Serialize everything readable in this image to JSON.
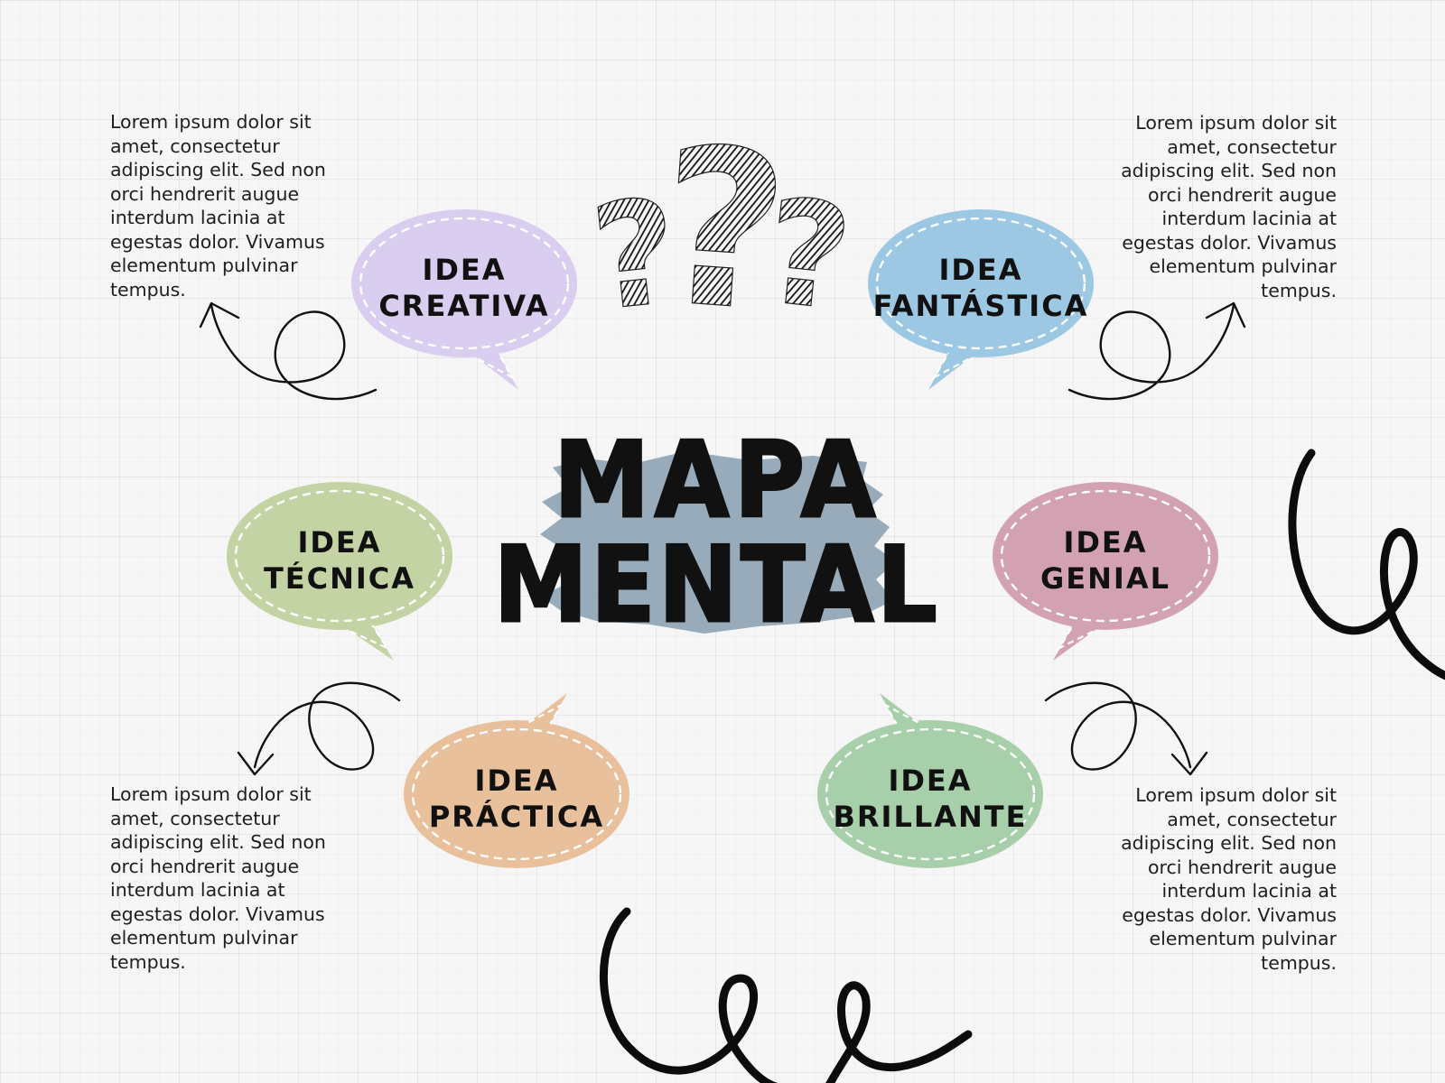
{
  "title": {
    "line1": "MAPA",
    "line2": "MENTAL"
  },
  "ideas": [
    {
      "line1": "IDEA",
      "line2": "CREATIVA"
    },
    {
      "line1": "IDEA",
      "line2": "FANTÁSTICA"
    },
    {
      "line1": "IDEA",
      "line2": "TÉCNICA"
    },
    {
      "line1": "IDEA",
      "line2": "GENIAL"
    },
    {
      "line1": "IDEA",
      "line2": "PRÁCTICA"
    },
    {
      "line1": "IDEA",
      "line2": "BRILLANTE"
    }
  ],
  "paragraphs": [
    "Lorem ipsum dolor sit amet, consectetur adipiscing elit. Sed non orci hendrerit augue interdum lacinia at egestas dolor. Vivamus elementum pulvinar tempus.",
    "Lorem ipsum dolor sit amet, consectetur adipiscing elit. Sed non orci hendrerit augue interdum lacinia at egestas dolor. Vivamus elementum pulvinar tempus.",
    "Lorem ipsum dolor sit amet, consectetur adipiscing elit. Sed non orci hendrerit augue interdum lacinia at egestas dolor. Vivamus elementum pulvinar tempus.",
    "Lorem ipsum dolor sit amet, consectetur adipiscing elit. Sed non orci hendrerit augue interdum lacinia at egestas dolor. Vivamus elementum pulvinar tempus."
  ],
  "colors": {
    "creativa": "#d9cdf0",
    "fantastica": "#9cc8e4",
    "tecnica": "#c3d3a3",
    "genial": "#d2a2b3",
    "practica": "#e8c19c",
    "brillante": "#a7cfa9",
    "brush": "#91a6b6",
    "ink": "#111111"
  }
}
